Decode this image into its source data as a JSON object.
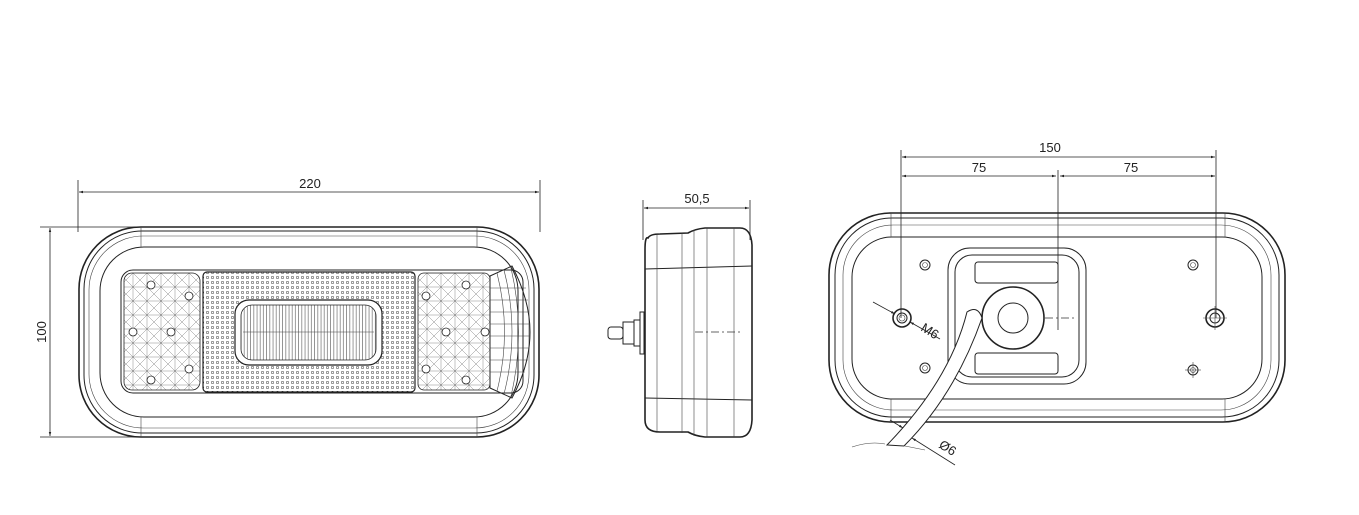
{
  "drawing": {
    "front_view": {
      "width_dim": "220",
      "height_dim": "100"
    },
    "side_view": {
      "depth_dim": "50,5"
    },
    "rear_view": {
      "hole_spacing_dim": "150",
      "half_spacing_left": "75",
      "half_spacing_right": "75",
      "thread_label": "M6",
      "cable_diameter_label": "Ø6"
    }
  }
}
